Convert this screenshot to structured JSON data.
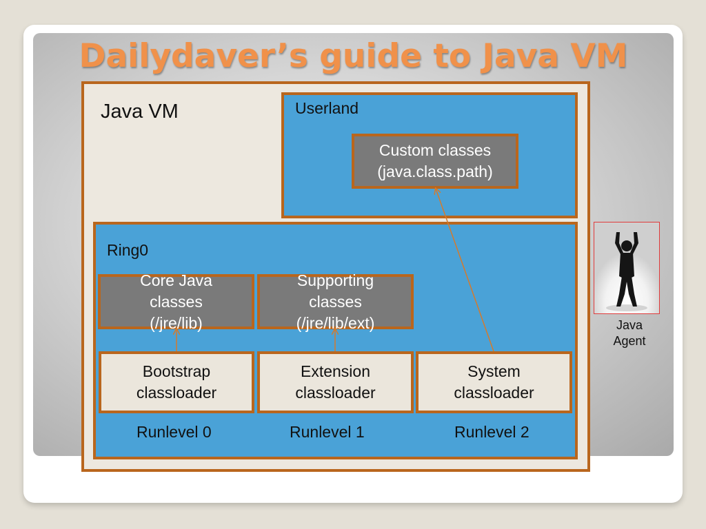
{
  "title": "Dailydaver’s guide to Java VM",
  "java_vm": {
    "label": "Java VM"
  },
  "userland": {
    "label": "Userland",
    "custom_classes": "Custom classes\n(java.class.path)"
  },
  "ring0": {
    "label": "Ring0",
    "core_classes": "Core Java\nclasses\n(/jre/lib)",
    "supporting_classes": "Supporting\nclasses\n(/jre/lib/ext)",
    "bootstrap": "Bootstrap\nclassloader",
    "extension": "Extension\nclassloader",
    "system": "System\nclassloader",
    "runlevels": [
      "Runlevel 0",
      "Runlevel 1",
      "Runlevel 2"
    ]
  },
  "agent": {
    "label": "Java\nAgent",
    "icon": "person-arms-raised-icon"
  },
  "colors": {
    "title": "#f0914a",
    "border": "#b9661d",
    "blue": "#4aa2d7",
    "gray": "#7a7a7a",
    "cream": "#ebe6dc"
  }
}
